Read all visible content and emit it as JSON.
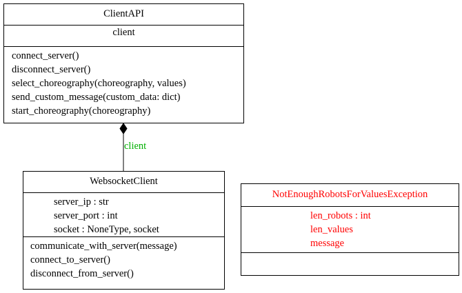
{
  "classes": {
    "client_api": {
      "name": "ClientAPI",
      "attributes": [
        "client"
      ],
      "operations": [
        "connect_server()",
        "disconnect_server()",
        "select_choreography(choreography, values)",
        "send_custom_message(custom_data: dict)",
        "start_choreography(choreography)"
      ]
    },
    "websocket_client": {
      "name": "WebsocketClient",
      "attributes": [
        "server_ip : str",
        "server_port : int",
        "socket : NoneType, socket"
      ],
      "operations": [
        "communicate_with_server(message)",
        "connect_to_server()",
        "disconnect_from_server()"
      ]
    },
    "exception": {
      "name": "NotEnoughRobotsForValuesException",
      "attributes": [
        "len_robots : int",
        "len_values",
        "message"
      ],
      "operations": []
    }
  },
  "association": {
    "label": "client",
    "type": "composition"
  },
  "colors": {
    "line": "#000000",
    "exception_text": "#ff0000",
    "association_label": "#00b000"
  }
}
